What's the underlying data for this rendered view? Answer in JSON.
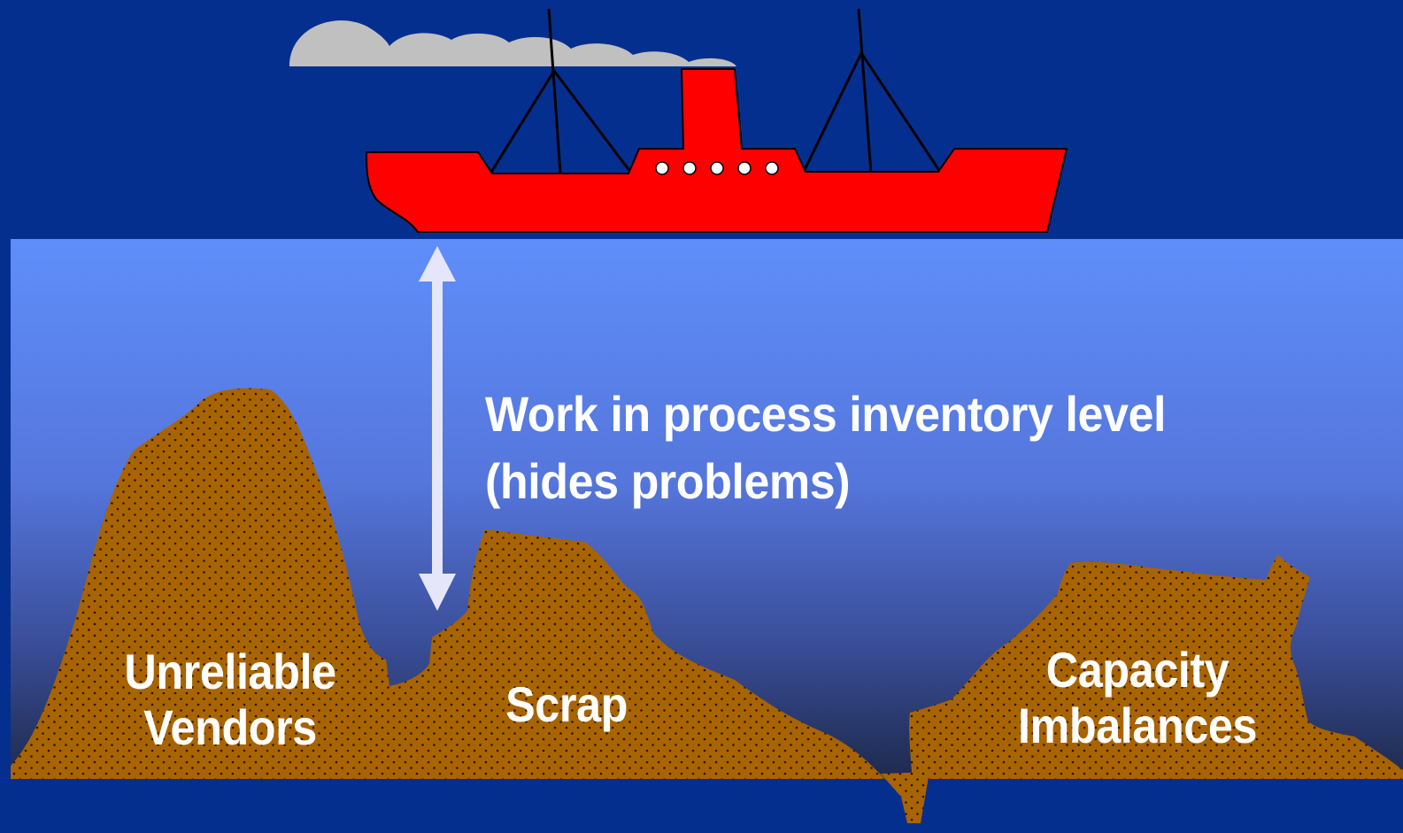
{
  "diagram": {
    "arrow_label": {
      "line1": "Work in process inventory level",
      "line2": "(hides problems)"
    },
    "rocks": [
      {
        "line1": "Unreliable",
        "line2": "Vendors"
      },
      {
        "line1": "Scrap"
      },
      {
        "line1": "Capacity",
        "line2": "Imbalances"
      }
    ]
  },
  "colors": {
    "background": "#052F8F",
    "water_top": "#5F8EFA",
    "water_bottom": "#1E2A4E",
    "ship": "#FF0000",
    "rock": "#A86400",
    "smoke": "#C0C0C0",
    "arrow": "#E6E6FA",
    "text": "#FFFFFF"
  }
}
